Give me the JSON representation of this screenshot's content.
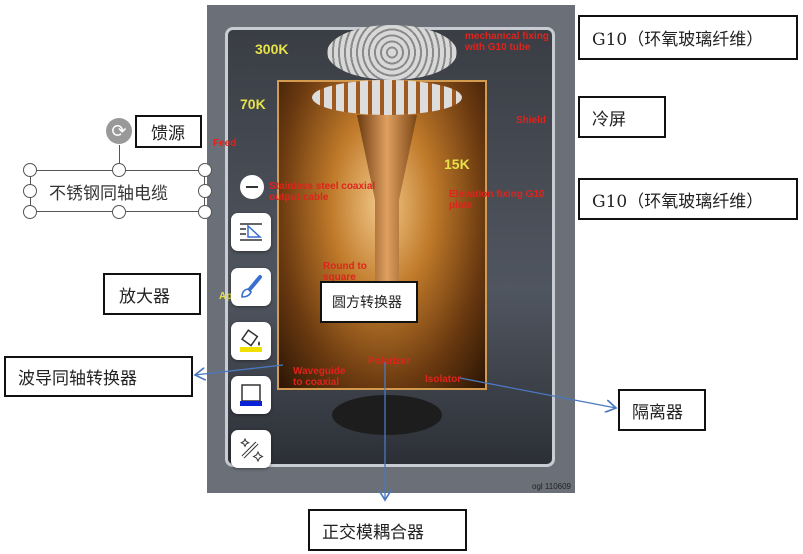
{
  "labels": {
    "g10_top": "G10（环氧玻璃纤维）",
    "cold_shield": "冷屏",
    "g10_mid": "G10（环氧玻璃纤维）",
    "isolator": "隔离器",
    "omt": "正交模耦合器",
    "waveguide_coax": "波导同轴转换器",
    "amplifier": "放大器",
    "feed": "馈源",
    "coax_cable": "不锈钢同轴电缆",
    "round_square": "圆方转换器"
  },
  "photo_labels": {
    "t300": "300K",
    "t70": "70K",
    "t15": "15K",
    "feed": "Feed",
    "shield": "Shield",
    "mech": "mechanical fixing with G10 tube",
    "cable": "Stainless steel coaxial output cable",
    "elev": "Elevation fixing G10 plate",
    "round": "Round to square",
    "polarizer": "Polarizer",
    "isolator": "Isolator",
    "wg": "Waveguide to coaxial",
    "amp": "Ap",
    "stamp": "ogl 110609"
  },
  "toolbar": {
    "items": [
      "layout-icon",
      "brush-icon",
      "fill-icon",
      "frame-icon",
      "magic-icon"
    ]
  }
}
